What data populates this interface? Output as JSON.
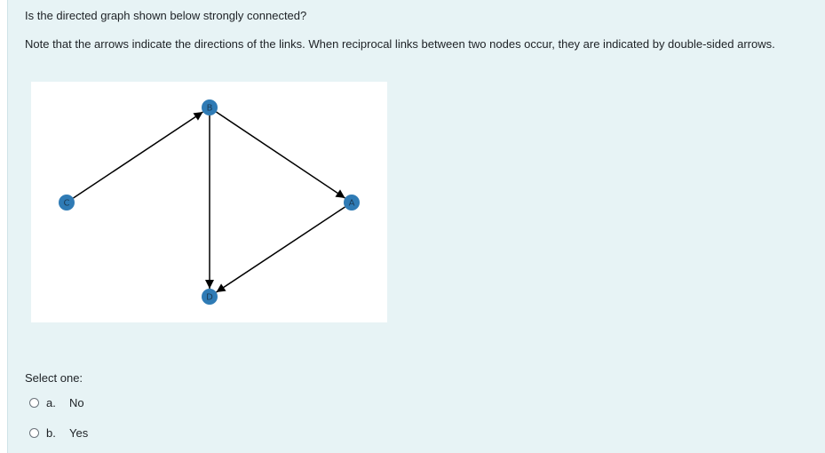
{
  "question": {
    "prompt": "Is the directed graph shown below strongly connected?",
    "note": "Note that the arrows indicate the directions of the links. When reciprocal links between two nodes occur, they are indicated by double-sided arrows."
  },
  "graph": {
    "node_color": "#2f7bb5",
    "edge_color": "#000000",
    "nodes": [
      {
        "id": "B",
        "label": "B"
      },
      {
        "id": "C",
        "label": "C"
      },
      {
        "id": "A",
        "label": "A"
      },
      {
        "id": "D",
        "label": "D"
      }
    ],
    "edges": [
      {
        "from": "C",
        "to": "B",
        "directed": true
      },
      {
        "from": "B",
        "to": "A",
        "directed": true
      },
      {
        "from": "B",
        "to": "D",
        "directed": true
      },
      {
        "from": "A",
        "to": "D",
        "directed": true
      }
    ]
  },
  "answer": {
    "select_label": "Select one:",
    "options": [
      {
        "letter": "a.",
        "text": "No",
        "selected": false
      },
      {
        "letter": "b.",
        "text": "Yes",
        "selected": false
      }
    ]
  }
}
